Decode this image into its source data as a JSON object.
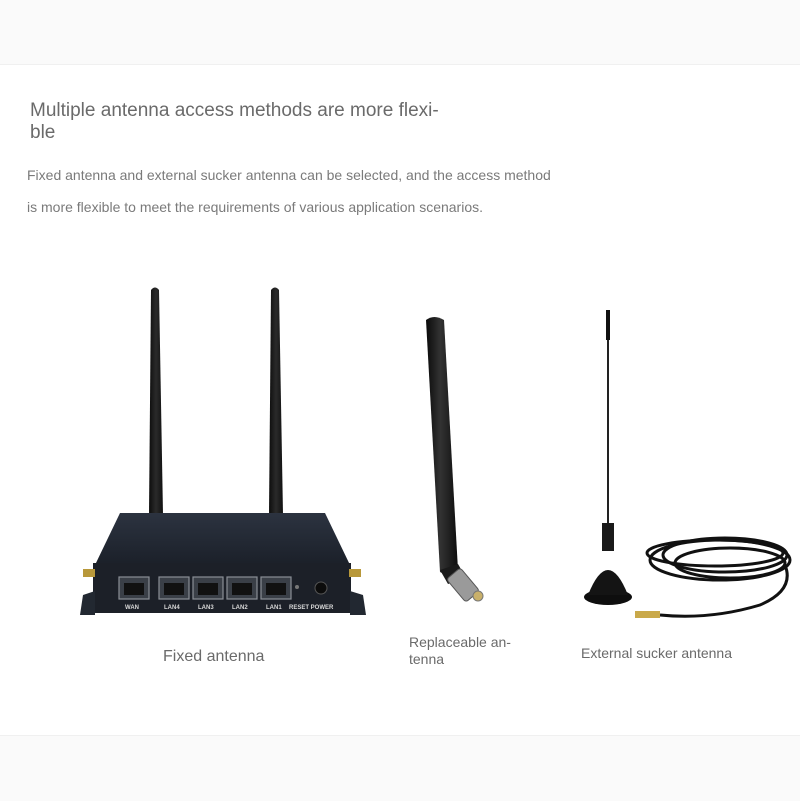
{
  "heading": "Multiple antenna access methods are more flexi-\nble",
  "description": {
    "line1": "Fixed antenna and external sucker antenna can be selected, and the access method",
    "line2": "is more flexible to meet the requirements of various application scenarios."
  },
  "captions": {
    "fixed": "Fixed antenna",
    "replaceable": "Replaceable an-\ntenna",
    "sucker": "External sucker antenna"
  },
  "router_ports": {
    "wan": "WAN",
    "lan4": "LAN4",
    "lan3": "LAN3",
    "lan2": "LAN2",
    "lan1": "LAN1",
    "reset_power": "RESET POWER"
  }
}
